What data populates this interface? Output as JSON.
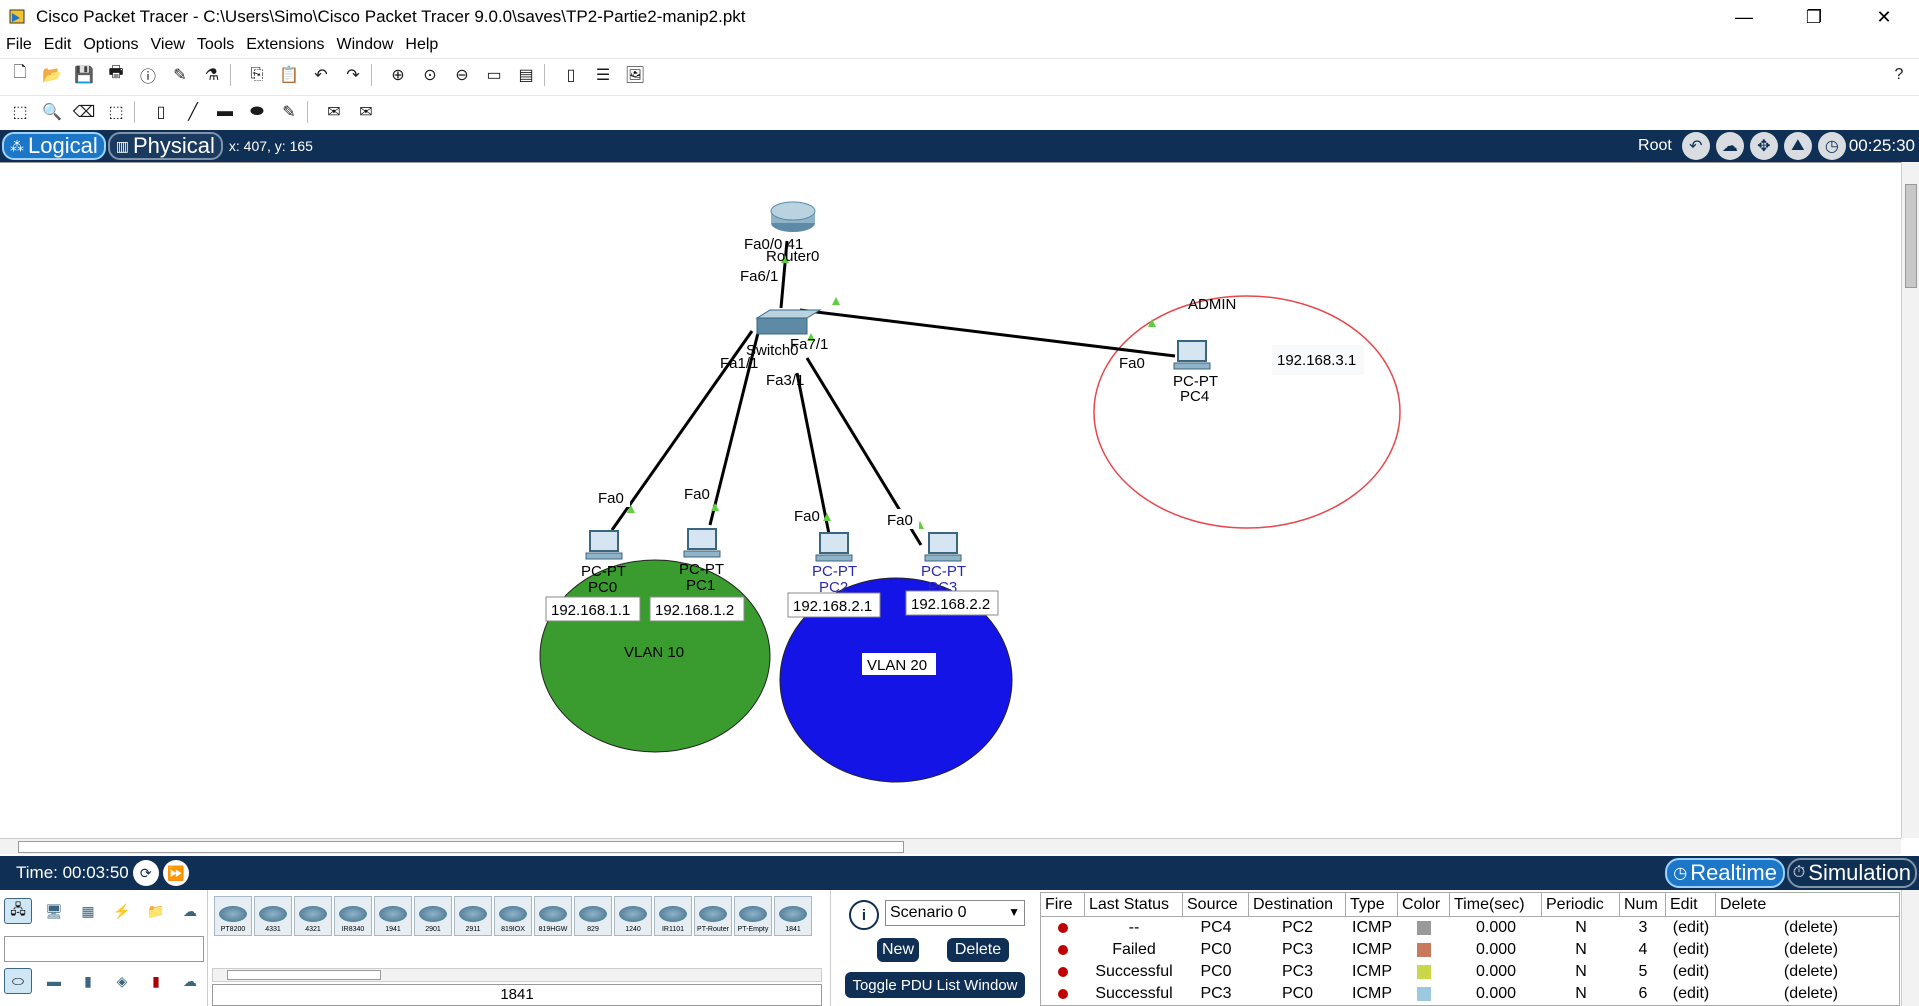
{
  "window": {
    "title": "Cisco Packet Tracer - C:\\Users\\Simo\\Cisco Packet Tracer 9.0.0\\saves\\TP2-Partie2-manip2.pkt",
    "minimize": "—",
    "maximize": "❐",
    "close": "✕"
  },
  "menu": [
    "File",
    "Edit",
    "Options",
    "View",
    "Tools",
    "Extensions",
    "Window",
    "Help"
  ],
  "toolbar": {
    "help": "?"
  },
  "nav": {
    "logical": "Logical",
    "physical": "Physical",
    "coords": "x: 407, y: 165",
    "root": "Root",
    "clock": "00:25:30"
  },
  "topology": {
    "router": {
      "name": "Router0",
      "model_port": "Fa0/0 41",
      "uplink_port": "Fa6/1"
    },
    "switch": {
      "name": "Switch0",
      "ports": [
        "Fa7/1",
        "Fa1/1",
        "Fa3/1"
      ]
    },
    "zones": [
      {
        "label": "ADMIN",
        "fill": "none",
        "stroke": "#e8474c"
      },
      {
        "label": "VLAN 10",
        "fill": "#3a9b2f"
      },
      {
        "label": "VLAN 20",
        "fill": "#1414e6"
      }
    ],
    "pcs": [
      {
        "type": "PC-PT",
        "name": "PC0",
        "port": "Fa0",
        "ip": "192.168.1.1"
      },
      {
        "type": "PC-PT",
        "name": "PC1",
        "port": "Fa0",
        "ip": "192.168.1.2"
      },
      {
        "type": "PC-PT",
        "name": "PC2",
        "port": "Fa0",
        "ip": "192.168.2.1"
      },
      {
        "type": "PC-PT",
        "name": "PC3",
        "port": "Fa0",
        "ip": "192.168.2.2"
      },
      {
        "type": "PC-PT",
        "name": "PC4",
        "port": "Fa0",
        "ip": "192.168.3.1"
      }
    ]
  },
  "status": {
    "time": "Time: 00:03:50",
    "realtime": "Realtime",
    "simulation": "Simulation"
  },
  "devices": {
    "models": [
      "PT8200",
      "4331",
      "4321",
      "IR8340",
      "1941",
      "2901",
      "2911",
      "819IOX",
      "819HGW",
      "829",
      "1240",
      "IR1101",
      "PT-Router",
      "PT-Empty",
      "1841"
    ],
    "selected": "1841"
  },
  "scenario": {
    "info": "i",
    "selected": "Scenario 0",
    "new_label": "New",
    "delete_label": "Delete",
    "toggle_label": "Toggle PDU List Window"
  },
  "pdu": {
    "headers": [
      "Fire",
      "Last Status",
      "Source",
      "Destination",
      "Type",
      "Color",
      "Time(sec)",
      "Periodic",
      "Num",
      "Edit",
      "Delete"
    ],
    "rows": [
      {
        "status": "--",
        "source": "PC4",
        "destination": "PC2",
        "type": "ICMP",
        "color": "#9a9a9a",
        "time": "0.000",
        "periodic": "N",
        "num": "3",
        "edit": "(edit)",
        "delete": "(delete)"
      },
      {
        "status": "Failed",
        "source": "PC0",
        "destination": "PC3",
        "type": "ICMP",
        "color": "#c87a5a",
        "time": "0.000",
        "periodic": "N",
        "num": "4",
        "edit": "(edit)",
        "delete": "(delete)"
      },
      {
        "status": "Successful",
        "source": "PC0",
        "destination": "PC3",
        "type": "ICMP",
        "color": "#c8d84a",
        "time": "0.000",
        "periodic": "N",
        "num": "5",
        "edit": "(edit)",
        "delete": "(delete)"
      },
      {
        "status": "Successful",
        "source": "PC3",
        "destination": "PC0",
        "type": "ICMP",
        "color": "#9cc8e0",
        "time": "0.000",
        "periodic": "N",
        "num": "6",
        "edit": "(edit)",
        "delete": "(delete)"
      }
    ]
  }
}
